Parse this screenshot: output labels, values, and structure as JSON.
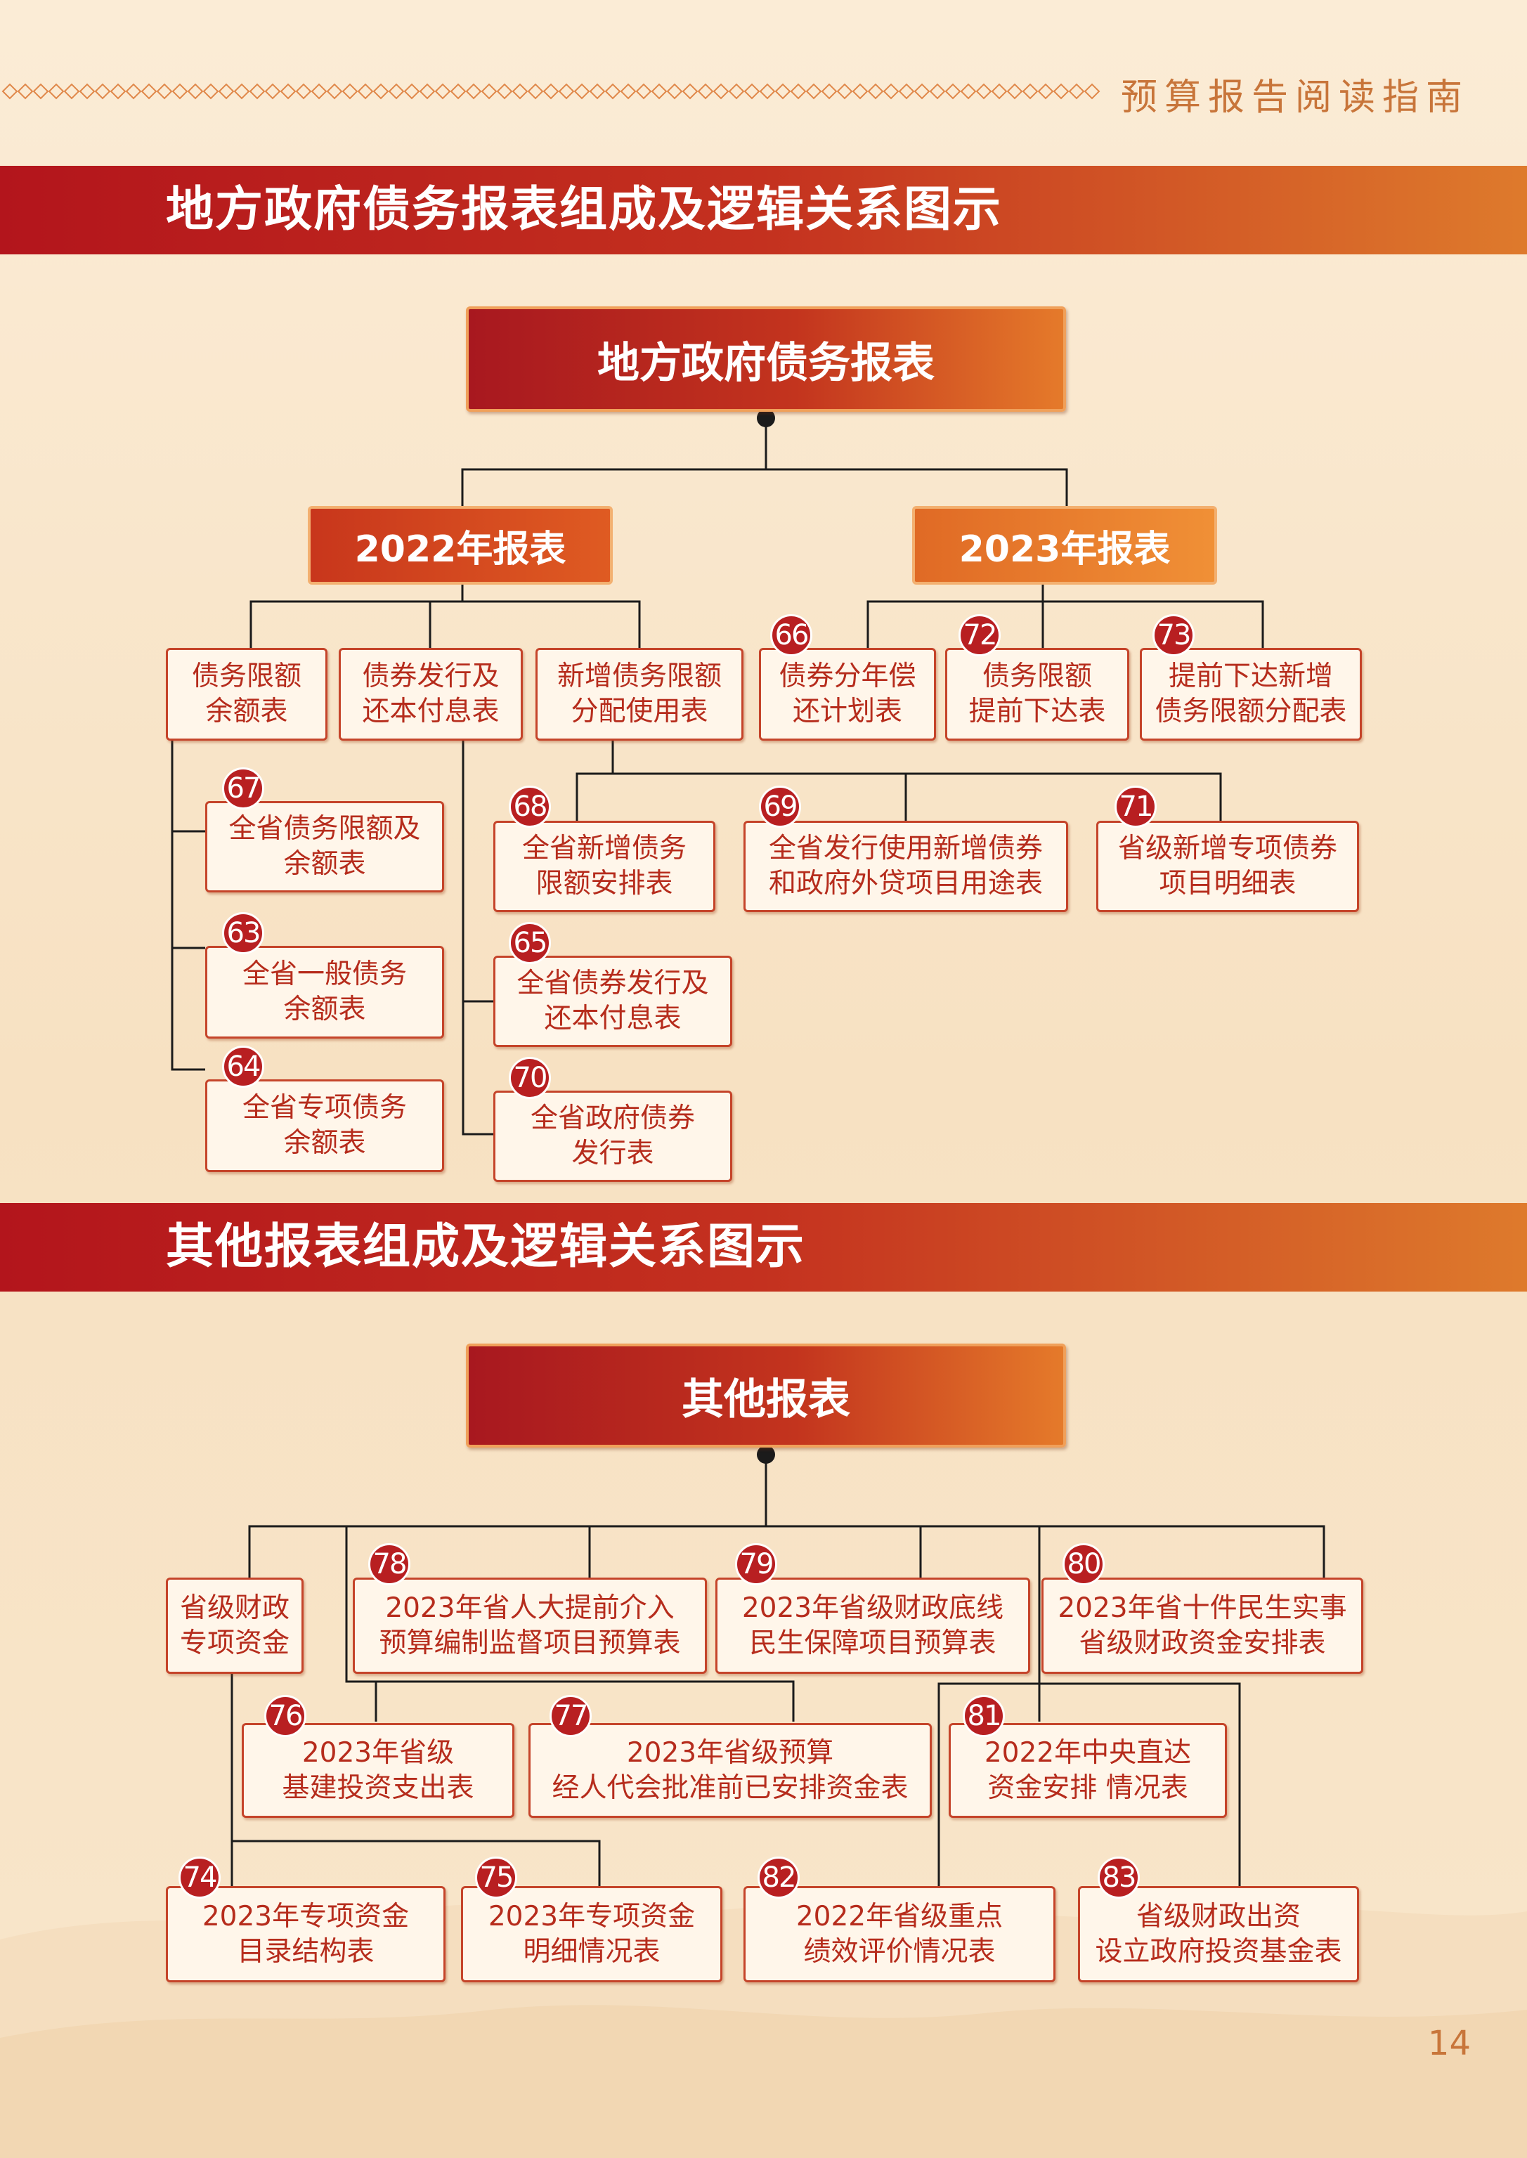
{
  "header": {
    "title": "预算报告阅读指南"
  },
  "section1": {
    "banner": "地方政府债务报表组成及逻辑关系图示",
    "root": "地方政府债务报表",
    "groups": [
      "2022年报表",
      "2023年报表"
    ],
    "nodes": {
      "n_limit": [
        "债务限额",
        "余额表"
      ],
      "n_issue": [
        "债券发行及",
        "还本付息表"
      ],
      "n_new": [
        "新增债务限额",
        "分配使用表"
      ],
      "n66": [
        "债券分年偿",
        "还计划表"
      ],
      "n72": [
        "债务限额",
        "提前下达表"
      ],
      "n73": [
        "提前下达新增",
        "债务限额分配表"
      ],
      "n67": [
        "全省债务限额及",
        "余额表"
      ],
      "n63": [
        "全省一般债务",
        "余额表"
      ],
      "n64": [
        "全省专项债务",
        "余额表"
      ],
      "n68": [
        "全省新增债务",
        "限额安排表"
      ],
      "n69": [
        "全省发行使用新增债券",
        "和政府外贷项目用途表"
      ],
      "n71": [
        "省级新增专项债券",
        "项目明细表"
      ],
      "n65": [
        "全省债券发行及",
        "还本付息表"
      ],
      "n70": [
        "全省政府债券",
        "发行表"
      ]
    },
    "badges": {
      "n66": "66",
      "n72": "72",
      "n73": "73",
      "n67": "67",
      "n63": "63",
      "n64": "64",
      "n68": "68",
      "n69": "69",
      "n71": "71",
      "n65": "65",
      "n70": "70"
    }
  },
  "section2": {
    "banner": "其他报表组成及逻辑关系图示",
    "root": "其他报表",
    "nodes": {
      "n_special": [
        "省级财政",
        "专项资金"
      ],
      "n78": [
        "2023年省人大提前介入",
        "预算编制监督项目预算表"
      ],
      "n79": [
        "2023年省级财政底线",
        "民生保障项目预算表"
      ],
      "n80": [
        "2023年省十件民生实事",
        "省级财政资金安排表"
      ],
      "n76": [
        "2023年省级",
        "基建投资支出表"
      ],
      "n77": [
        "2023年省级预算",
        "经人代会批准前已安排资金表"
      ],
      "n81": [
        "2022年中央直达",
        "资金安排 情况表"
      ],
      "n74": [
        "2023年专项资金",
        "目录结构表"
      ],
      "n75": [
        "2023年专项资金",
        "明细情况表"
      ],
      "n82": [
        "2022年省级重点",
        "绩效评价情况表"
      ],
      "n83": [
        "省级财政出资",
        "设立政府投资基金表"
      ]
    },
    "badges": {
      "n78": "78",
      "n79": "79",
      "n80": "80",
      "n76": "76",
      "n77": "77",
      "n81": "81",
      "n74": "74",
      "n75": "75",
      "n82": "82",
      "n83": "83"
    }
  },
  "page_number": "14",
  "colors": {
    "banner_start": "#b3151c",
    "banner_end": "#de7a2c",
    "box_border": "#c5442a",
    "box_text": "#b62c1c",
    "badge": "#b81f21"
  }
}
